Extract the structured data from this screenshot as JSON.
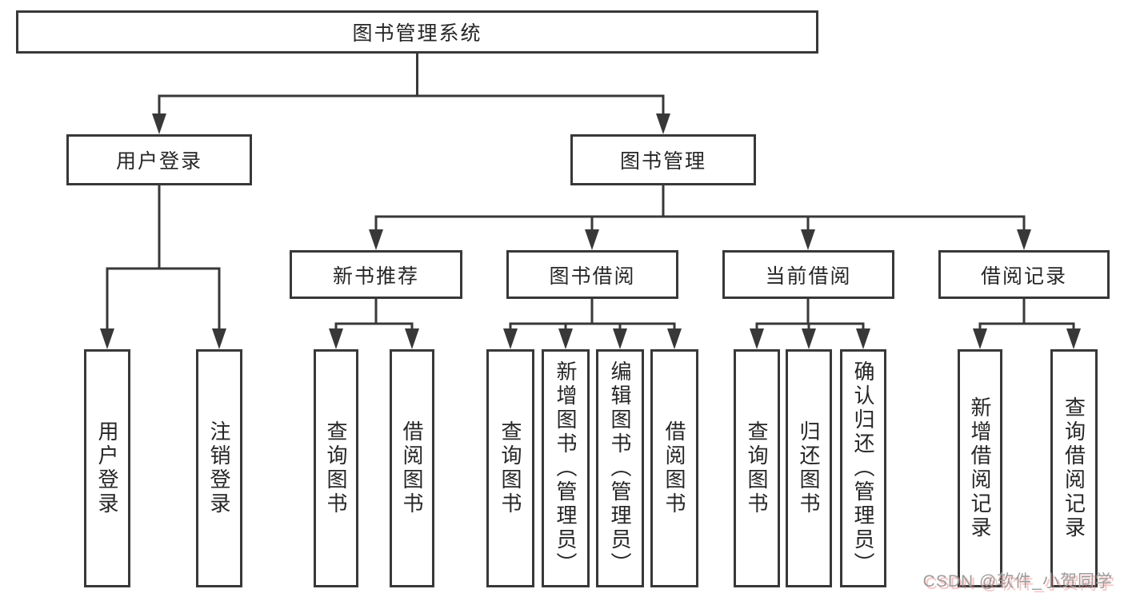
{
  "diagram": {
    "root": {
      "label": "图书管理系统"
    },
    "level2": [
      {
        "label": "用户登录"
      },
      {
        "label": "图书管理"
      }
    ],
    "level3": [
      {
        "label": "新书推荐"
      },
      {
        "label": "图书借阅"
      },
      {
        "label": "当前借阅"
      },
      {
        "label": "借阅记录"
      }
    ],
    "leaves": {
      "user_login": [
        "用户登录",
        "注销登录"
      ],
      "new_book": [
        "查询图书",
        "借阅图书"
      ],
      "book_borrow": [
        "查询图书",
        "新增图书（管理员）",
        "编辑图书（管理员）",
        "借阅图书"
      ],
      "current_borrow": [
        "查询图书",
        "归还图书",
        "确认归还（管理员）"
      ],
      "borrow_records": [
        "新增借阅记录",
        "查询借阅记录"
      ]
    },
    "line_color": "#383838"
  },
  "watermark": {
    "text": "CSDN @软件_小贺同学"
  }
}
